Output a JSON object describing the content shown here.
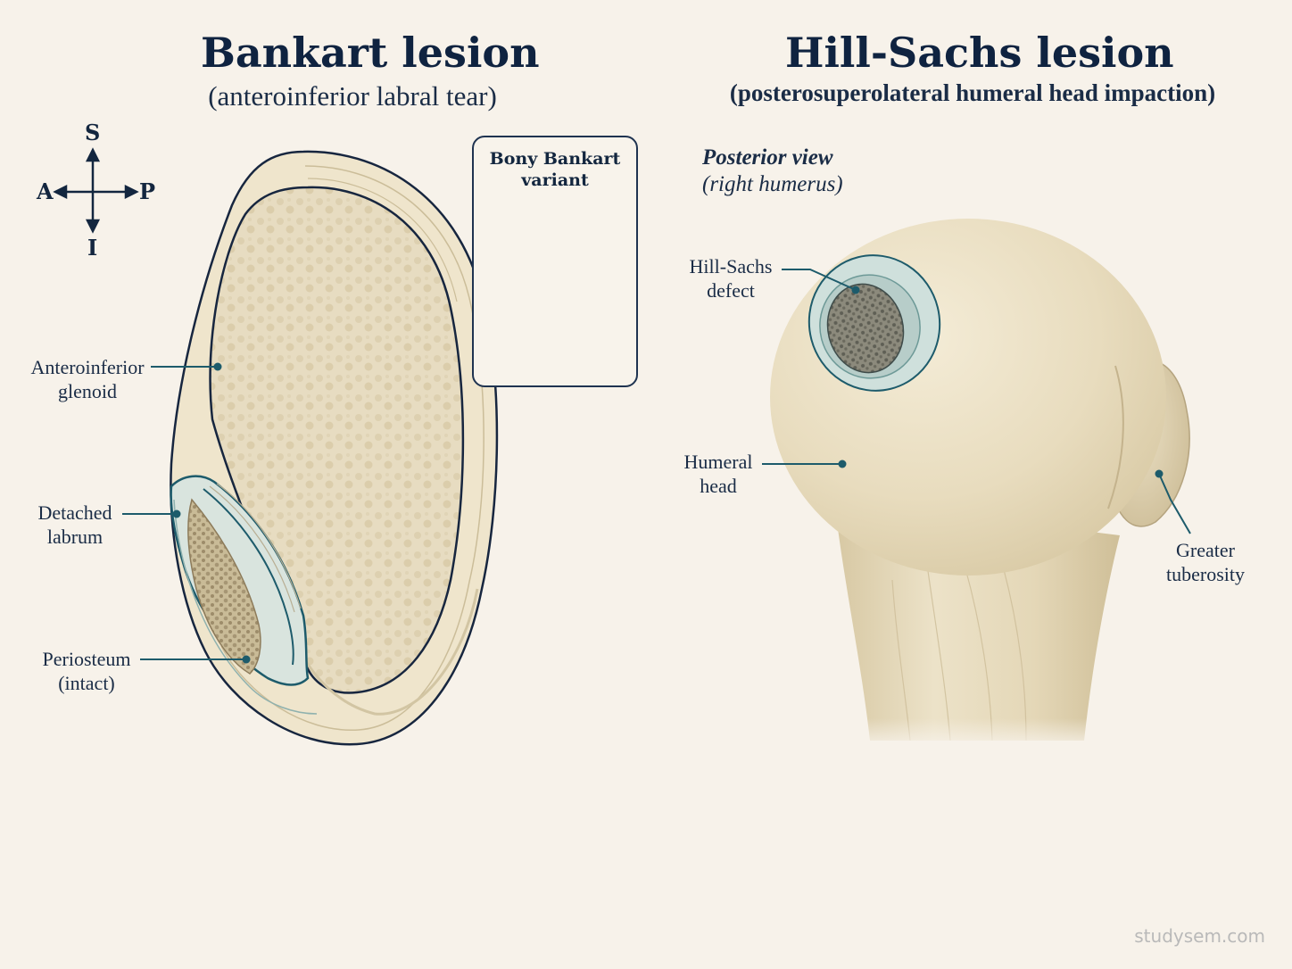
{
  "bankart": {
    "title": "Bankart lesion",
    "subtitle": "(anteroinferior labral tear)",
    "labels": {
      "glenoid_1": "Anteroinferior",
      "glenoid_2": "glenoid",
      "labrum_1": "Detached",
      "labrum_2": "labrum",
      "periosteum_1": "Periosteum",
      "periosteum_2": "(intact)"
    },
    "inset": {
      "title_1": "Bony Bankart",
      "title_2": "variant"
    }
  },
  "compass": {
    "superior": "S",
    "inferior": "I",
    "anterior": "A",
    "posterior": "P"
  },
  "hillsachs": {
    "title": "Hill-Sachs lesion",
    "subtitle": "(posterosuperolateral humeral head impaction)",
    "view_1": "Posterior view",
    "view_2": "(right humerus)",
    "labels": {
      "defect_1": "Hill-Sachs",
      "defect_2": "defect",
      "head_1": "Humeral",
      "head_2": "head",
      "tuberosity_1": "Greater",
      "tuberosity_2": "tuberosity"
    }
  },
  "colors": {
    "bone": "#eadfc4",
    "cartilage": "#e3d6b8",
    "outline": "#17263f",
    "leader": "#1d5b6b",
    "lesion": "#cfe0dc"
  },
  "watermark": "studysem.com"
}
